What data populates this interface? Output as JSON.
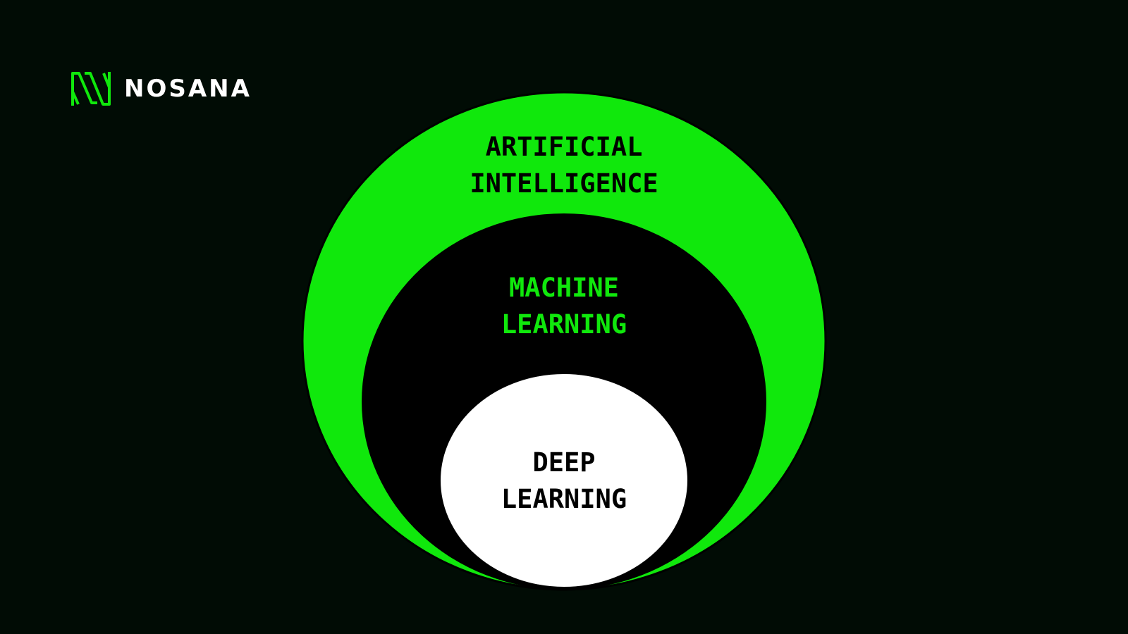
{
  "brand": {
    "name": "NOSANA",
    "icon": "nosana-n-logo",
    "color": "#10e80c"
  },
  "diagram": {
    "rings": [
      {
        "id": "ai",
        "lines": [
          "ARTIFICIAL",
          "INTELLIGENCE"
        ],
        "fill": "#10e80c",
        "text_color": "#000000"
      },
      {
        "id": "ml",
        "lines": [
          "MACHINE",
          "LEARNING"
        ],
        "fill": "#000000",
        "text_color": "#10e80c"
      },
      {
        "id": "dl",
        "lines": [
          "DEEP",
          "LEARNING"
        ],
        "fill": "#ffffff",
        "text_color": "#000000"
      }
    ]
  }
}
